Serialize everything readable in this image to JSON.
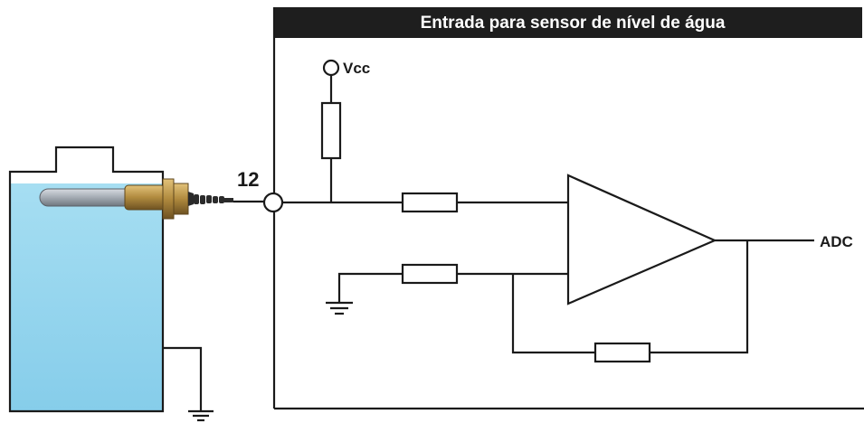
{
  "panel": {
    "title": "Entrada para sensor de nível de água"
  },
  "labels": {
    "pin_number": "12",
    "supply": "Vcc",
    "output": "ADC"
  },
  "colors": {
    "header_bg": "#1e1e1e",
    "line": "#1a1a1a",
    "water": "#8fd3ee",
    "probe_brass": "#b08a3e",
    "probe_rod": "#9fa6ad"
  }
}
